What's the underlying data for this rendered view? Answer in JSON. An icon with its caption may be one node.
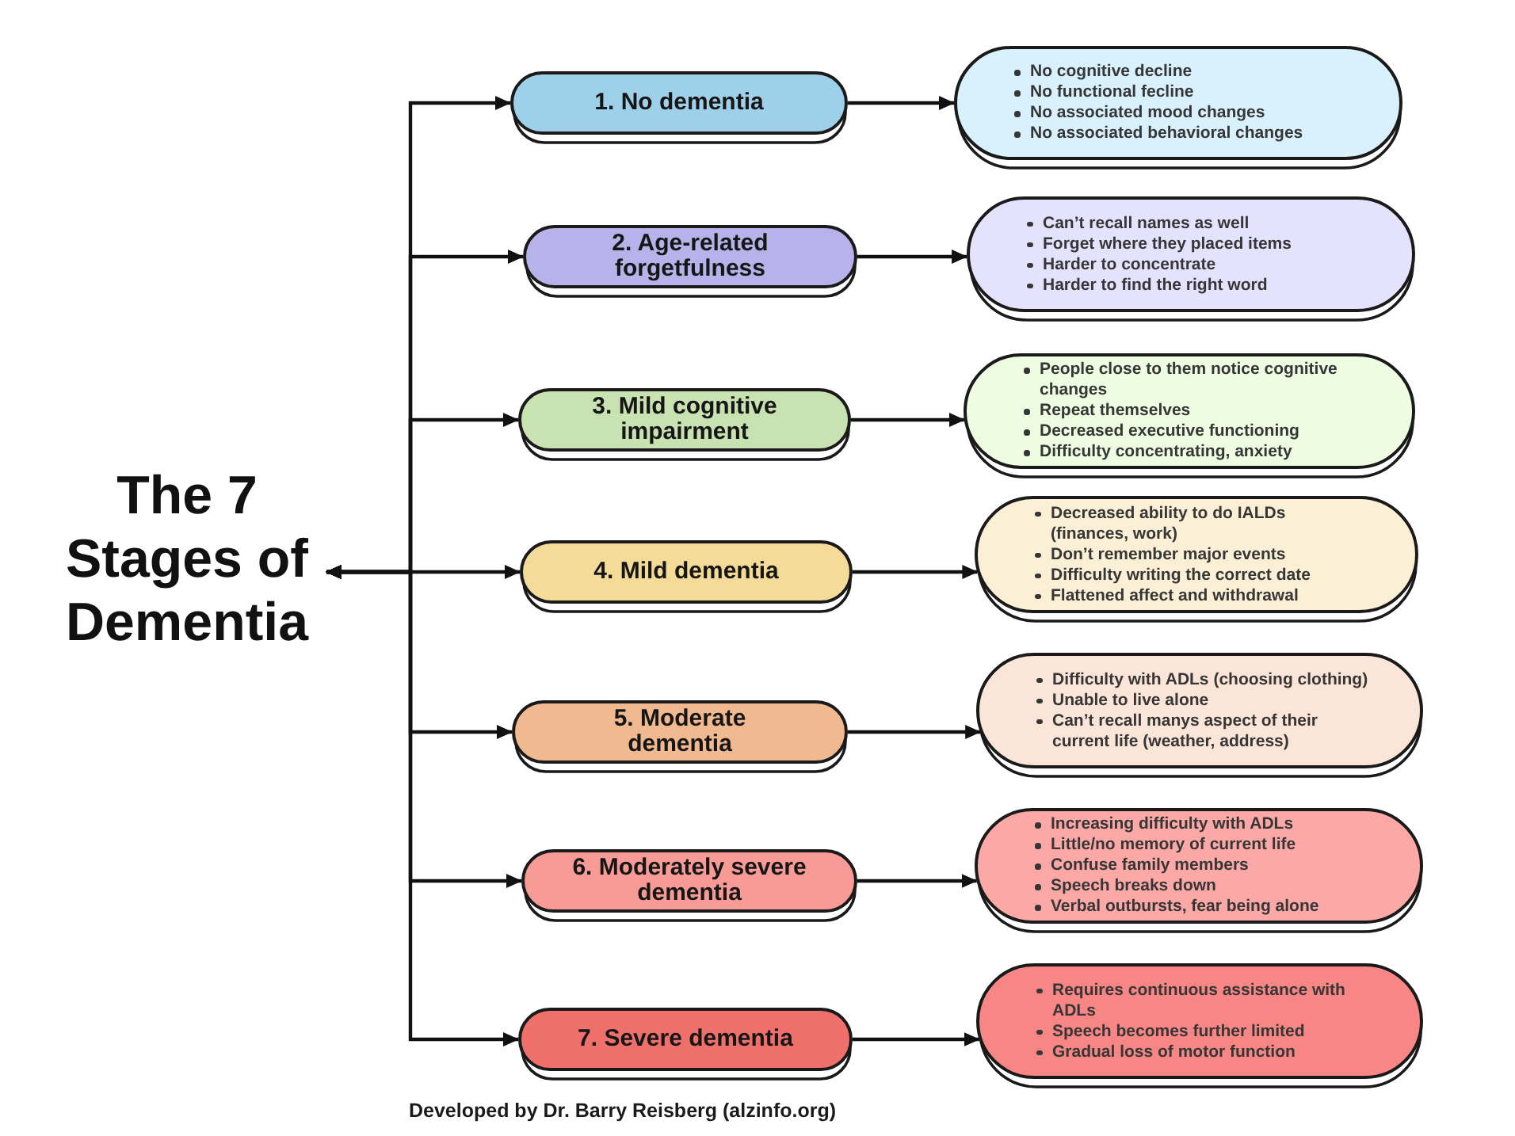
{
  "diagram": {
    "nodes": [
      {
        "text": [
          "The 7 Stages of Dementia"
        ]
      },
      {
        "text": [
          "1. No dementia"
        ]
      },
      {
        "text": [
          "2. Age-related forgetfulness"
        ]
      },
      {
        "text": [
          "3. Mild cognitive impairment"
        ]
      },
      {
        "text": [
          "4. Mild dementia"
        ]
      },
      {
        "text": [
          "5. Moderate dementia"
        ]
      },
      {
        "text": [
          "6. Moderately severe dementia"
        ]
      },
      {
        "text": [
          "7. Severe dementia"
        ]
      },
      {
        "text": [
          "No cognitive decline",
          "No functional fecline",
          "No associated mood changes",
          "No associated behavioral changes"
        ]
      },
      {
        "text": [
          "Can’t recall names as well",
          "Forget where they placed items",
          "Harder to concentrate",
          "Harder to find the right word"
        ]
      },
      {
        "text": [
          "People close to them notice cognitive changes",
          "Repeat themselves",
          "Decreased executive functioning",
          "Difficulty concentrating, anxiety"
        ]
      },
      {
        "text": [
          "Decreased ability to do IALDs (finances, work)",
          "Don’t remember major events",
          "Difficulty writing the correct date",
          "Flattened affect and withdrawal"
        ]
      },
      {
        "text": [
          "Difficulty with ADLs (choosing clothing)",
          "Unable to live alone",
          "Can’t recall manys aspect of their current life (weather, address)"
        ]
      },
      {
        "text": [
          "Increasing difficulty with ADLs",
          "Little/no memory of current life",
          "Confuse family members",
          "Speech breaks down",
          "Verbal outbursts, fear being alone"
        ]
      },
      {
        "text": [
          "Requires continuous assistance with ADLs",
          "Speech becomes further limited",
          "Gradual loss of motor function"
        ]
      }
    ],
    "edges": [
      {
        "from": 0,
        "to": 1,
        "arrow": "both"
      },
      {
        "from": 0,
        "to": 2,
        "arrow": "both"
      },
      {
        "from": 0,
        "to": 3,
        "arrow": "both"
      },
      {
        "from": 0,
        "to": 4,
        "arrow": "both"
      },
      {
        "from": 0,
        "to": 5,
        "arrow": "both"
      },
      {
        "from": 0,
        "to": 6,
        "arrow": "both"
      },
      {
        "from": 0,
        "to": 7,
        "arrow": "both"
      },
      {
        "from": 1,
        "to": 8,
        "arrow": "to"
      },
      {
        "from": 2,
        "to": 9,
        "arrow": "to"
      },
      {
        "from": 3,
        "to": 10,
        "arrow": "to"
      },
      {
        "from": 4,
        "to": 11,
        "arrow": "to"
      },
      {
        "from": 5,
        "to": 12,
        "arrow": "to"
      },
      {
        "from": 6,
        "to": 13,
        "arrow": "to"
      },
      {
        "from": 7,
        "to": 14,
        "arrow": "to"
      }
    ],
    "caption": "Developed by Dr. Barry Reisberg (alzinfo.org)"
  }
}
